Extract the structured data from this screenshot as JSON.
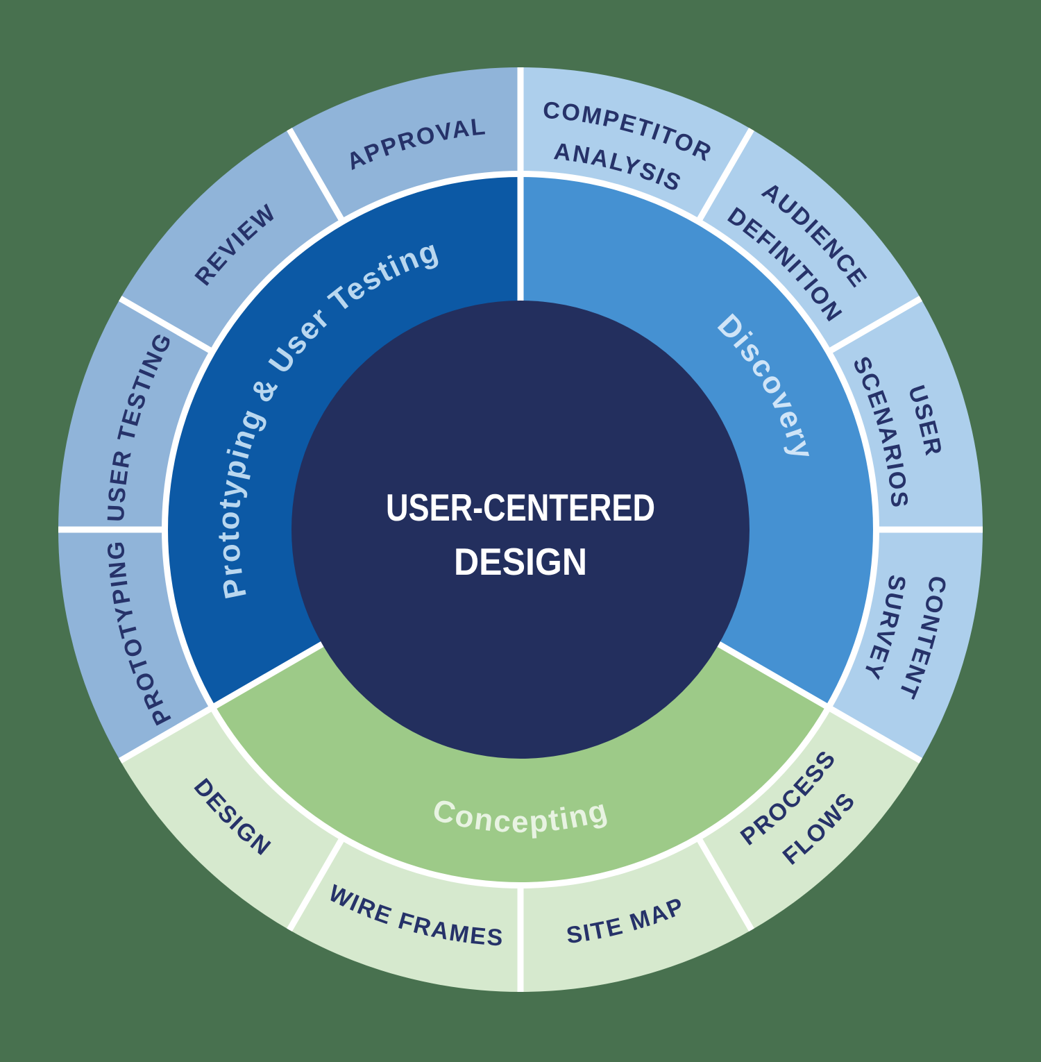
{
  "diagram_title": "USER-CENTERED DESIGN",
  "background_color": "#48714f",
  "divider_color": "#ffffff",
  "outer_text_color": "#263269",
  "center": {
    "title_line1": "USER-CENTERED",
    "title_line2": "DESIGN",
    "fill_color": "#232f5e",
    "text_color": "#ffffff"
  },
  "phases": [
    {
      "name": "Discovery",
      "label": "Discovery",
      "angle": 60,
      "start_angle": 0,
      "end_angle": 120,
      "direction": "cw",
      "ring_color": "#4591d2",
      "label_color": "#cfe4f7",
      "outer_color": "#adcfec",
      "steps": [
        {
          "label": "COMPETITOR ANALYSIS",
          "lines": [
            "COMPETITOR",
            "ANALYSIS"
          ],
          "angle": 15
        },
        {
          "label": "AUDIENCE DEFINITION",
          "lines": [
            "AUDIENCE",
            "DEFINITION"
          ],
          "angle": 45
        },
        {
          "label": "USER SCENARIOS",
          "lines": [
            "USER",
            "SCENARIOS"
          ],
          "angle": 75
        },
        {
          "label": "CONTENT SURVEY",
          "lines": [
            "CONTENT",
            "SURVEY"
          ],
          "angle": 105
        }
      ]
    },
    {
      "name": "Concepting",
      "label": "Concepting",
      "angle": 180,
      "start_angle": 120,
      "end_angle": 240,
      "direction": "ccw",
      "ring_color": "#9dca88",
      "label_color": "#e8f3e2",
      "outer_color": "#d6e9ce",
      "steps": [
        {
          "label": "PROCESS FLOWS",
          "lines": [
            "PROCESS",
            "FLOWS"
          ],
          "angle": 135
        },
        {
          "label": "SITE MAP",
          "lines": [
            "SITE MAP"
          ],
          "angle": 165
        },
        {
          "label": "WIRE FRAMES",
          "lines": [
            "WIRE FRAMES"
          ],
          "angle": 195
        },
        {
          "label": "DESIGN",
          "lines": [
            "DESIGN"
          ],
          "angle": 225
        }
      ]
    },
    {
      "name": "Prototyping & User Testing",
      "label": "Prototyping & User Testing",
      "angle": 300,
      "start_angle": 240,
      "end_angle": 360,
      "direction": "cw",
      "ring_color": "#0c59a5",
      "label_color": "#b9d7ef",
      "outer_color": "#90b4d9",
      "steps": [
        {
          "label": "PROTOTYPING",
          "lines": [
            "PROTOTYPING"
          ],
          "angle": 255
        },
        {
          "label": "USER TESTING",
          "lines": [
            "USER TESTING"
          ],
          "angle": 285
        },
        {
          "label": "REVIEW",
          "lines": [
            "REVIEW"
          ],
          "angle": 315
        },
        {
          "label": "APPROVAL",
          "lines": [
            "APPROVAL"
          ],
          "angle": 345
        }
      ]
    }
  ]
}
